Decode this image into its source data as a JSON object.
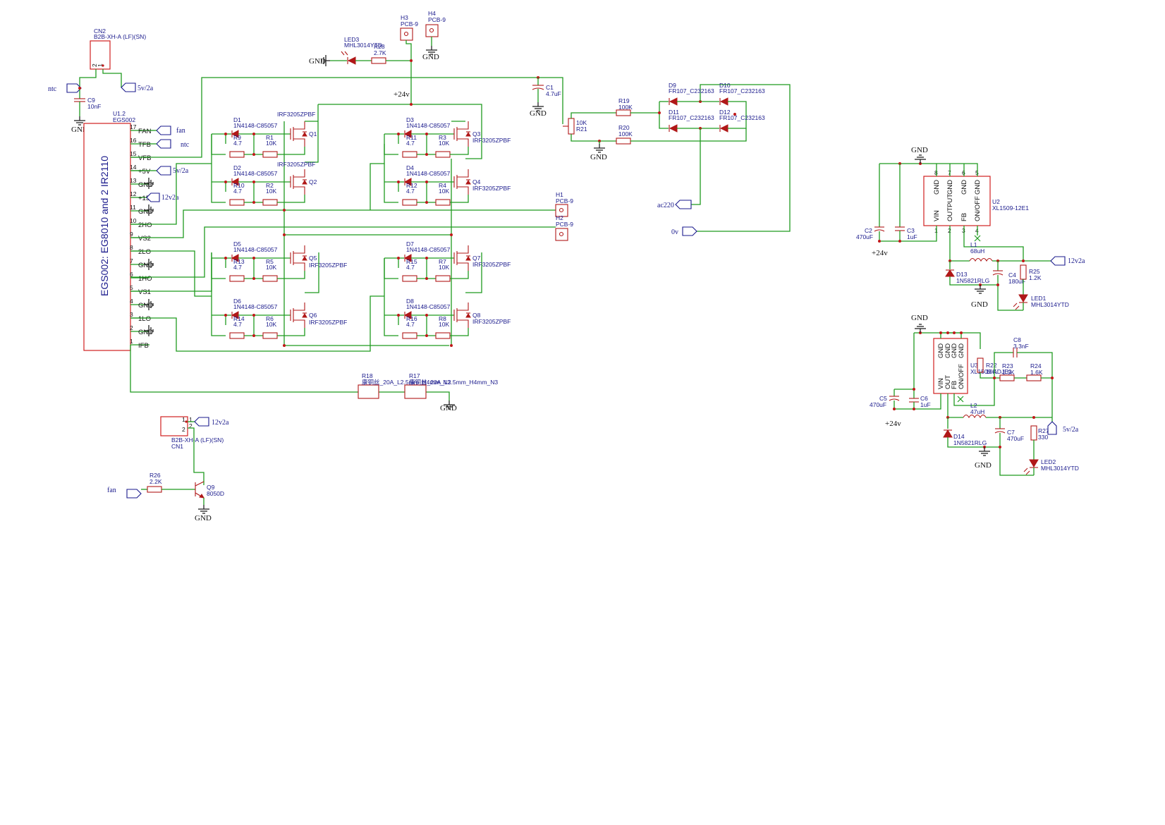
{
  "main_chip": {
    "ref": "U1.2",
    "value": "EGS002",
    "body_text": "EGS002: EG8010 and 2 IR2110",
    "pins": [
      {
        "num": "17",
        "name": "FAN"
      },
      {
        "num": "16",
        "name": "TFB"
      },
      {
        "num": "15",
        "name": "VFB"
      },
      {
        "num": "14",
        "name": "+5V"
      },
      {
        "num": "13",
        "name": "GND"
      },
      {
        "num": "12",
        "name": "+15V"
      },
      {
        "num": "11",
        "name": "GND"
      },
      {
        "num": "10",
        "name": "2HO"
      },
      {
        "num": "9",
        "name": "VS2"
      },
      {
        "num": "8",
        "name": "2LO"
      },
      {
        "num": "7",
        "name": "GND"
      },
      {
        "num": "6",
        "name": "1HO"
      },
      {
        "num": "5",
        "name": "VS1"
      },
      {
        "num": "4",
        "name": "GND"
      },
      {
        "num": "3",
        "name": "1LO"
      },
      {
        "num": "2",
        "name": "GND"
      },
      {
        "num": "1",
        "name": "IFB"
      }
    ]
  },
  "net_labels": {
    "gnd": "GND",
    "fan": "fan",
    "ntc": "ntc",
    "v5": "5v/2a",
    "v12": "12v2a",
    "v24": "+24v",
    "ac220": "ac220",
    "zero": "0v"
  },
  "connectors": {
    "cn2": {
      "ref": "CN2",
      "value": "B2B-XH-A (LF)(SN)",
      "p1": "1",
      "p2": "2"
    },
    "cn1": {
      "ref": "CN1",
      "value": "B2B-XH-A (LF)(SN)",
      "p1": "1",
      "p2": "2"
    },
    "h1": {
      "ref": "H1",
      "value": "PCB-9"
    },
    "h2": {
      "ref": "H2",
      "value": "PCB-9"
    },
    "h3": {
      "ref": "H3",
      "value": "PCB-9"
    },
    "h4": {
      "ref": "H4",
      "value": "PCB-9"
    }
  },
  "bridge": {
    "mosfet_value": "IRF3205ZPBF",
    "diode_value": "1N4148-C85057",
    "gate_r_value": "4.7",
    "pulldown_value": "10K",
    "q": [
      "Q1",
      "Q2",
      "Q3",
      "Q4",
      "Q5",
      "Q6",
      "Q7",
      "Q8"
    ],
    "d": [
      "D1",
      "D2",
      "D3",
      "D4",
      "D5",
      "D6",
      "D7",
      "D8"
    ],
    "rg": [
      "R9",
      "R10",
      "R11",
      "R12",
      "R13",
      "R14",
      "R15",
      "R16"
    ],
    "rp": [
      "R1",
      "R2",
      "R3",
      "R4",
      "R5",
      "R6",
      "R7",
      "R8"
    ]
  },
  "parts": {
    "c9": {
      "ref": "C9",
      "value": "10nF"
    },
    "led3": {
      "ref": "LED3",
      "value": "MHL3014YTD"
    },
    "r26top": {
      "ref": "R28",
      "value": "2.7K"
    },
    "c1": {
      "ref": "C1",
      "value": "4.7uF"
    },
    "r21": {
      "ref": "R21",
      "value": "10K"
    },
    "r19": {
      "ref": "R19",
      "value": "100K"
    },
    "r20": {
      "ref": "R20",
      "value": "100K"
    },
    "d9": {
      "ref": "D9",
      "value": "FR107_C232163"
    },
    "d10": {
      "ref": "D10",
      "value": "FR107_C232163"
    },
    "d11": {
      "ref": "D11",
      "value": "FR107_C232163"
    },
    "d12": {
      "ref": "D12",
      "value": "FR107_C232163"
    },
    "r18": {
      "ref": "R18",
      "value": "康铜丝_20A_L2.5mm_H4mm_N3"
    },
    "r17": {
      "ref": "R17",
      "value": "康铜丝_20A_L2.5mm_H4mm_N3"
    },
    "r26": {
      "ref": "R26",
      "value": "2.2K"
    },
    "q9": {
      "ref": "Q9",
      "value": "8050D"
    }
  },
  "reg1": {
    "ref": "U2",
    "value": "XL1509-12E1",
    "top_pins": [
      {
        "num": "8",
        "name": "GND"
      },
      {
        "num": "7",
        "name": "GND"
      },
      {
        "num": "6",
        "name": "GND"
      },
      {
        "num": "5",
        "name": "GND"
      }
    ],
    "bot_pins": [
      {
        "num": "1",
        "name": "VIN"
      },
      {
        "num": "2",
        "name": "OUTPUT"
      },
      {
        "num": "3",
        "name": "FB"
      },
      {
        "num": "4",
        "name": "ON/OFF"
      }
    ],
    "c2": {
      "ref": "C2",
      "value": "470uF"
    },
    "c3": {
      "ref": "C3",
      "value": "1uF"
    },
    "l1": {
      "ref": "L1",
      "value": "68uH"
    },
    "d13": {
      "ref": "D13",
      "value": "1N5821RLG"
    },
    "c4": {
      "ref": "C4",
      "value": "180uF"
    },
    "r25": {
      "ref": "R25",
      "value": "1.2K"
    },
    "led1": {
      "ref": "LED1",
      "value": "MHL3014YTD"
    }
  },
  "reg2": {
    "ref": "U3",
    "value": "XL1509-ADJE1",
    "top_pins": [
      {
        "name": "GND"
      },
      {
        "name": "GND"
      },
      {
        "name": "GND"
      },
      {
        "name": "GND"
      }
    ],
    "bot_pins": [
      {
        "name": "VIN"
      },
      {
        "name": "OUT"
      },
      {
        "name": "FB"
      },
      {
        "name": "ON/OFF"
      }
    ],
    "c8": {
      "ref": "C8",
      "value": "3.3nF"
    },
    "r22": {
      "ref": "R22",
      "value": "10K"
    },
    "r23": {
      "ref": "R23",
      "value": "1.5K"
    },
    "r24": {
      "ref": "R24",
      "value": "1.6K"
    },
    "c5": {
      "ref": "C5",
      "value": "470uF"
    },
    "c6": {
      "ref": "C6",
      "value": "1uF"
    },
    "l2": {
      "ref": "L2",
      "value": "47uH"
    },
    "d14": {
      "ref": "D14",
      "value": "1N5821RLG"
    },
    "c7": {
      "ref": "C7",
      "value": "470uF"
    },
    "r27": {
      "ref": "R27",
      "value": "330"
    },
    "led2": {
      "ref": "LED2",
      "value": "MHL3014YTD"
    }
  }
}
